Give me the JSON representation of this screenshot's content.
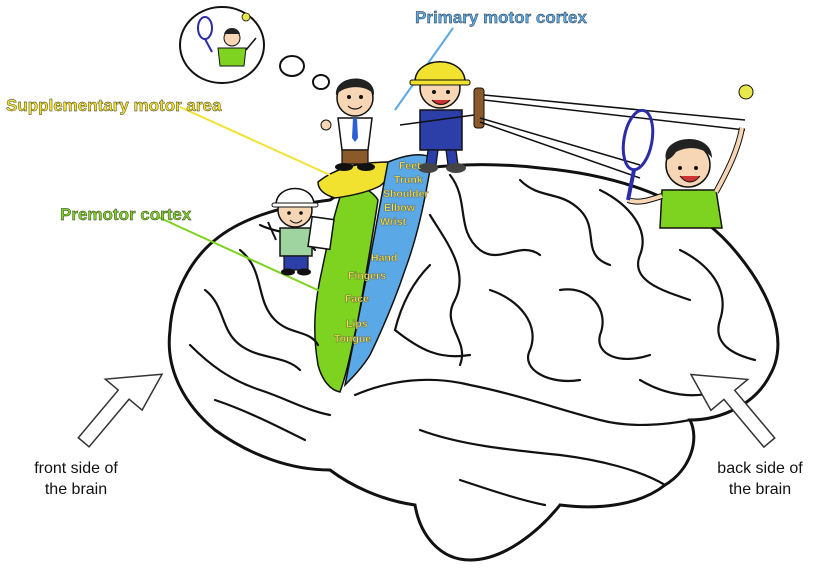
{
  "labels": {
    "primary_motor_cortex": "Primary motor cortex",
    "supplementary_motor_area": "Supplementary motor area",
    "premotor_cortex": "Premotor cortex",
    "front_side": [
      "front side of",
      "the brain"
    ],
    "back_side": [
      "back side of",
      "the brain"
    ]
  },
  "body_parts": [
    "Feet",
    "Trunk",
    "Shoulder",
    "Elbow",
    "Wrist",
    "Hand",
    "Fingers",
    "Face",
    "Lips",
    "Tongue"
  ],
  "colors": {
    "primary_motor_cortex": "#5aa9e6",
    "supplementary_motor_area": "#f2e230",
    "premotor_cortex": "#7ed321",
    "body_part_text": "#f4e04a",
    "outline": "#111111"
  },
  "figures": [
    "worker-hardhat-figure",
    "boss-figure",
    "architect-figure",
    "tennis-player-figure",
    "thought-bubble-tennis-figure",
    "tennis-ball-icon",
    "tennis-racket-icon"
  ]
}
